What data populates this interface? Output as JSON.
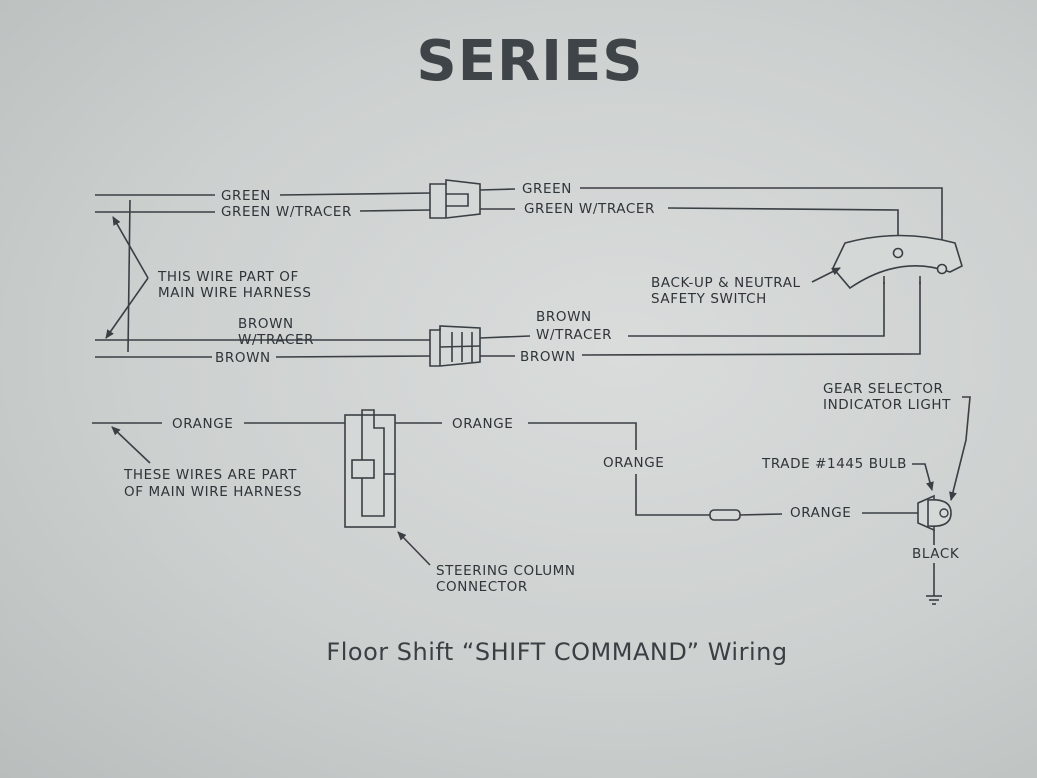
{
  "header": {
    "title": "SERIES"
  },
  "wires": {
    "green_left": "GREEN",
    "green_tracer_left": "GREEN W/TRACER",
    "green_right": "GREEN",
    "green_tracer_right": "GREEN W/TRACER",
    "brown_tracer_left_1": "BROWN",
    "brown_tracer_left_2": "W/TRACER",
    "brown_left": "BROWN",
    "brown_tracer_right_1": "BROWN",
    "brown_tracer_right_2": "W/TRACER",
    "brown_right": "BROWN",
    "orange_left": "ORANGE",
    "orange_mid": "ORANGE",
    "orange_vertical": "ORANGE",
    "orange_bulb": "ORANGE",
    "black": "BLACK"
  },
  "labels": {
    "harness_1": "THIS WIRE PART OF",
    "harness_2": "MAIN WIRE HARNESS",
    "harness_b_1": "THESE WIRES ARE PART",
    "harness_b_2": "OF MAIN WIRE HARNESS",
    "switch_1": "BACK-UP & NEUTRAL",
    "switch_2": "SAFETY SWITCH",
    "gear_1": "GEAR SELECTOR",
    "gear_2": "INDICATOR LIGHT",
    "bulb": "TRADE #1445 BULB",
    "connector_1": "STEERING COLUMN",
    "connector_2": "CONNECTOR"
  },
  "caption": "Floor Shift “SHIFT COMMAND” Wiring"
}
